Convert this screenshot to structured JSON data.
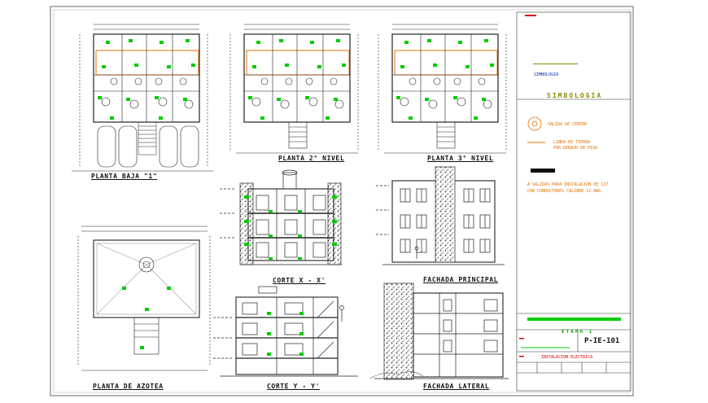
{
  "drawing": {
    "views": {
      "planta_baja": "PLANTA BAJA \"1\"",
      "planta_2": "PLANTA 2° NIVEL",
      "planta_3": "PLANTA 3° NIVEL",
      "planta_azotea": "PLANTA DE AZOTEA",
      "corte_x": "CORTE X - X'",
      "corte_y": "CORTE Y - Y'",
      "fachada_principal": "FACHADA PRINCIPAL",
      "fachada_lateral": "FACHADA LATERAL"
    },
    "title_block": {
      "simbologia": "SIMBOLOGIA",
      "simbologia_sub": "SIMBOLOGIA",
      "salida_label": "SALIDA DE CENTRO",
      "linea_label_1": "LINEA DE TIERRA",
      "linea_label_2": "POR DEBAJO DE PISO",
      "nota_1": "A SALIDAS PARA INSTALACION DE 127",
      "nota_2": "CON CONDUCTORES CALIBRE 12 AWG",
      "etapa": "ETAPA 1",
      "plano_id": "P-IE-101",
      "contenido": "INSTALACION ELECTRICA"
    },
    "colors": {
      "line": "#222222",
      "green": "#00cc00",
      "orange": "#e07000",
      "red": "#dd0000",
      "olive": "#8a8a00"
    }
  }
}
